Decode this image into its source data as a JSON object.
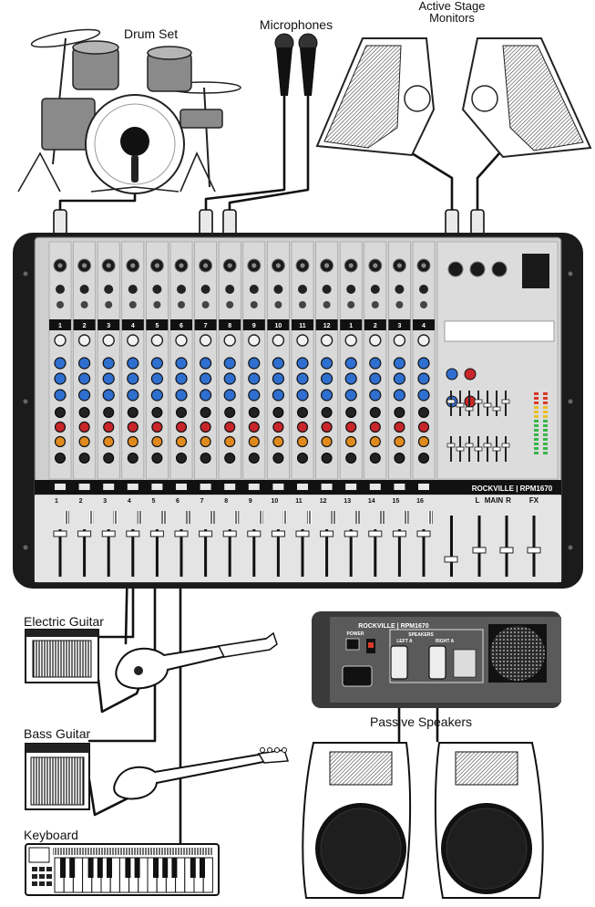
{
  "labels": {
    "drum_set": "Drum Set",
    "microphones": "Microphones",
    "monitors_line1": "Active Stage",
    "monitors_line2": "Monitors",
    "electric_guitar": "Electric Guitar",
    "bass_guitar": "Bass Guitar",
    "keyboard": "Keyboard",
    "passive_speakers": "Passive Speakers"
  },
  "mixer": {
    "brand": "ROCKVILLE | RPM1670",
    "channel_numbers": [
      "1",
      "2",
      "3",
      "4",
      "5",
      "6",
      "7",
      "8",
      "9",
      "10",
      "11",
      "12",
      "1",
      "2",
      "3",
      "4"
    ],
    "fader_numbers": [
      "1",
      "2",
      "3",
      "4",
      "5",
      "6",
      "7",
      "8",
      "9",
      "10",
      "11",
      "12",
      "13",
      "14",
      "15",
      "16"
    ],
    "main_labels": [
      "L",
      "MAIN",
      "R",
      "FX"
    ]
  },
  "rear_panel": {
    "brand": "ROCKVILLE | RPM1670",
    "power": "POWER",
    "speakers": "SPEAKERS",
    "left": "LEFT A",
    "right": "RIGHT A"
  },
  "colors": {
    "mixer_body": "#1b1b1b",
    "panel": "#cfcfcf",
    "knob_blue": "#2f6fd0",
    "knob_red": "#c8262a",
    "knob_orange": "#e08a1e"
  }
}
